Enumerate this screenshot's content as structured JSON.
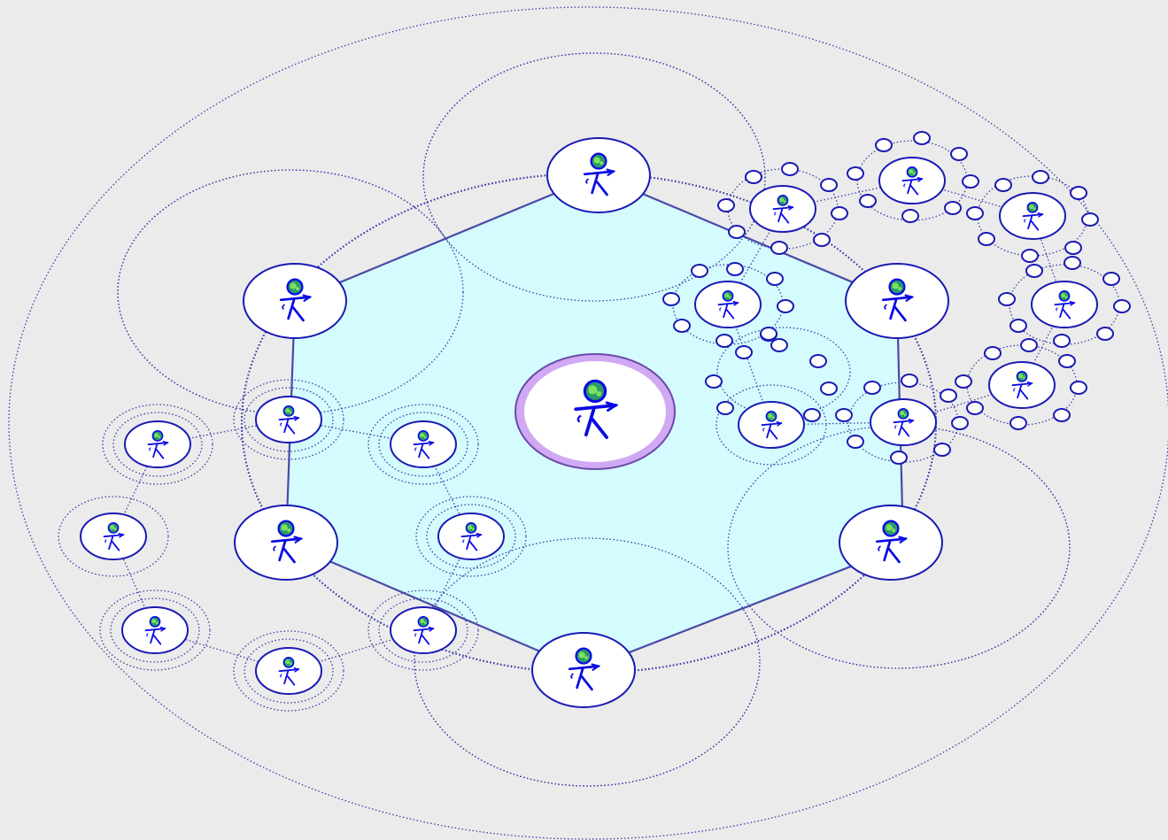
{
  "diagram": {
    "type": "peer network diagram",
    "colors": {
      "background": "#ebebeb",
      "hexagon_fill": "#d4fbfd",
      "hexagon_stroke": "#4a4aa8",
      "dotted_stroke": "#3b3ba8",
      "node_fill": "#ffffff",
      "node_stroke": "#1a1ab4",
      "center_ring": "#d0a8f4",
      "figure": "#0a0ae6",
      "globe": "#2a9a6a"
    },
    "icon_name": "person-with-globe-icon",
    "hub_node": "center-peer",
    "hexagon_nodes": [
      "peer-top",
      "peer-upper-right",
      "peer-lower-right",
      "peer-bottom",
      "peer-lower-left",
      "peer-upper-left"
    ],
    "chain_nodes": [
      "peer-chain-1",
      "peer-chain-2",
      "peer-chain-3",
      "peer-chain-4",
      "peer-chain-5",
      "peer-chain-6",
      "peer-chain-7",
      "peer-chain-8"
    ],
    "cluster_nodes": [
      "peer-cluster-1",
      "peer-cluster-2",
      "peer-cluster-3",
      "peer-cluster-4",
      "peer-cluster-5",
      "peer-cluster-6",
      "peer-cluster-7",
      "peer-cluster-8"
    ],
    "small_connector_count": 62
  }
}
